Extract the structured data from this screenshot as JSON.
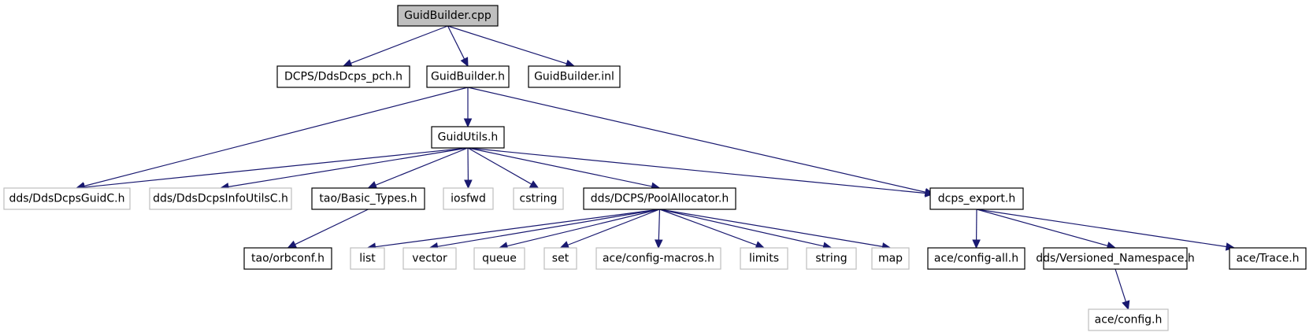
{
  "nodes": [
    {
      "id": "root",
      "label": "GuidBuilder.cpp",
      "kind": "root"
    },
    {
      "id": "pch",
      "label": "DCPS/DdsDcps_pch.h",
      "kind": "normal"
    },
    {
      "id": "gbh",
      "label": "GuidBuilder.h",
      "kind": "normal"
    },
    {
      "id": "inl",
      "label": "GuidBuilder.inl",
      "kind": "normal"
    },
    {
      "id": "gu",
      "label": "GuidUtils.h",
      "kind": "normal"
    },
    {
      "id": "guidc",
      "label": "dds/DdsDcpsGuidC.h",
      "kind": "external"
    },
    {
      "id": "infoc",
      "label": "dds/DdsDcpsInfoUtilsC.h",
      "kind": "external"
    },
    {
      "id": "basic",
      "label": "tao/Basic_Types.h",
      "kind": "normal"
    },
    {
      "id": "iosfwd",
      "label": "iosfwd",
      "kind": "external"
    },
    {
      "id": "cstring",
      "label": "cstring",
      "kind": "external"
    },
    {
      "id": "pool",
      "label": "dds/DCPS/PoolAllocator.h",
      "kind": "normal"
    },
    {
      "id": "dexp",
      "label": "dcps_export.h",
      "kind": "normal"
    },
    {
      "id": "orbconf",
      "label": "tao/orbconf.h",
      "kind": "normal"
    },
    {
      "id": "list",
      "label": "list",
      "kind": "external"
    },
    {
      "id": "vector",
      "label": "vector",
      "kind": "external"
    },
    {
      "id": "queue",
      "label": "queue",
      "kind": "external"
    },
    {
      "id": "set",
      "label": "set",
      "kind": "external"
    },
    {
      "id": "cfgmac",
      "label": "ace/config-macros.h",
      "kind": "external"
    },
    {
      "id": "limits",
      "label": "limits",
      "kind": "external"
    },
    {
      "id": "string",
      "label": "string",
      "kind": "external"
    },
    {
      "id": "map",
      "label": "map",
      "kind": "external"
    },
    {
      "id": "cfgall",
      "label": "ace/config-all.h",
      "kind": "normal"
    },
    {
      "id": "vns",
      "label": "dds/Versioned_Namespace.h",
      "kind": "normal"
    },
    {
      "id": "trace",
      "label": "ace/Trace.h",
      "kind": "normal"
    },
    {
      "id": "cfg",
      "label": "ace/config.h",
      "kind": "external"
    }
  ],
  "edges": [
    [
      "root",
      "pch"
    ],
    [
      "root",
      "gbh"
    ],
    [
      "root",
      "inl"
    ],
    [
      "gbh",
      "guidc"
    ],
    [
      "gbh",
      "gu"
    ],
    [
      "gbh",
      "dexp"
    ],
    [
      "gu",
      "guidc"
    ],
    [
      "gu",
      "infoc"
    ],
    [
      "gu",
      "basic"
    ],
    [
      "gu",
      "iosfwd"
    ],
    [
      "gu",
      "cstring"
    ],
    [
      "gu",
      "pool"
    ],
    [
      "gu",
      "dexp"
    ],
    [
      "basic",
      "orbconf"
    ],
    [
      "pool",
      "list"
    ],
    [
      "pool",
      "vector"
    ],
    [
      "pool",
      "queue"
    ],
    [
      "pool",
      "set"
    ],
    [
      "pool",
      "cfgmac"
    ],
    [
      "pool",
      "limits"
    ],
    [
      "pool",
      "string"
    ],
    [
      "pool",
      "map"
    ],
    [
      "dexp",
      "cfgall"
    ],
    [
      "dexp",
      "vns"
    ],
    [
      "dexp",
      "trace"
    ],
    [
      "vns",
      "cfg"
    ]
  ]
}
